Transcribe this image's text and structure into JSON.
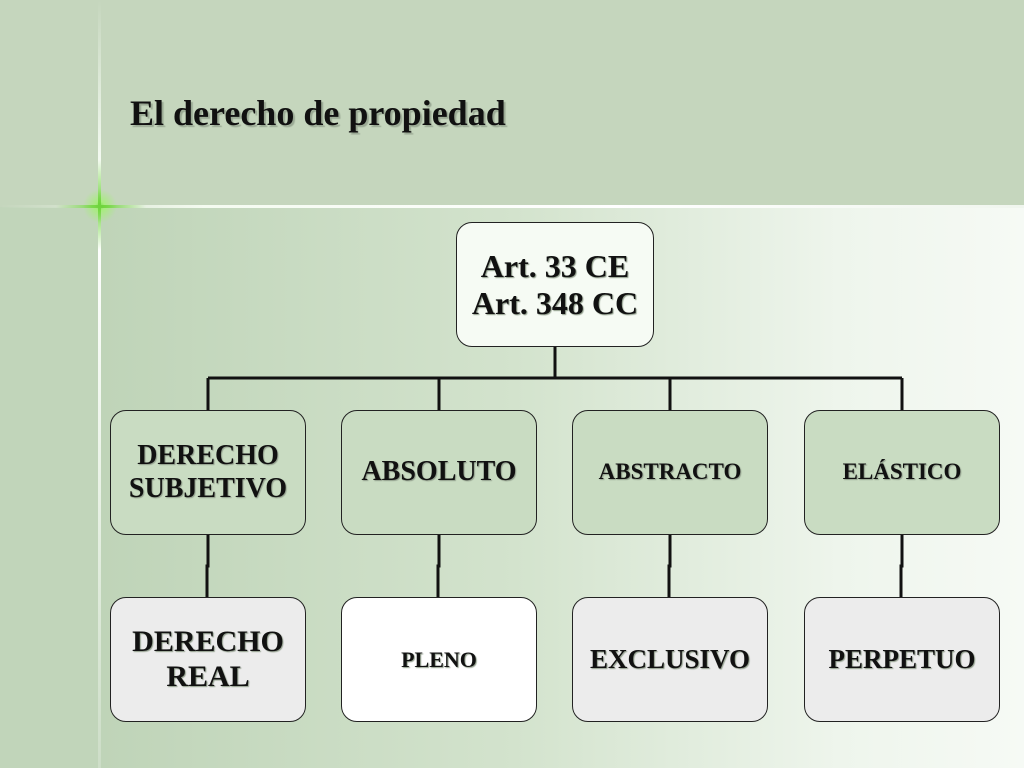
{
  "slide": {
    "title": "El derecho de propiedad"
  },
  "diagram": {
    "root": {
      "line1": "Art. 33 CE",
      "line2": "Art. 348 CC"
    },
    "level2": [
      {
        "line1": "DERECHO",
        "line2": "SUBJETIVO"
      },
      {
        "line1": "ABSOLUTO"
      },
      {
        "line1": "ABSTRACTO"
      },
      {
        "line1": "ELÁSTICO"
      }
    ],
    "level3": [
      {
        "line1": "DERECHO",
        "line2": "REAL"
      },
      {
        "line1": "PLENO"
      },
      {
        "line1": "EXCLUSIVO"
      },
      {
        "line1": "PERPETUO"
      }
    ]
  },
  "colors": {
    "background": "#c5d6bd",
    "root_box": "#f6fbf4",
    "level2_box": "#c9dcc2",
    "level3_box_grey": "#ececec",
    "level3_box_white": "#ffffff",
    "accent_sparkle": "#6fd43d"
  }
}
